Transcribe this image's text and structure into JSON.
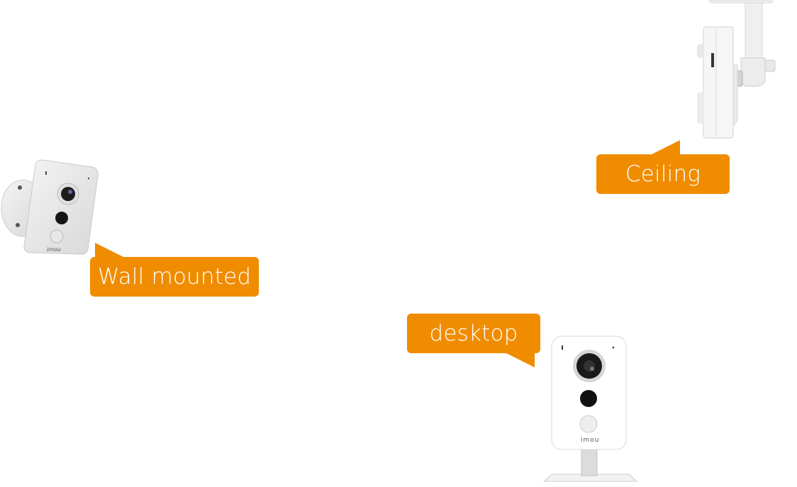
{
  "labels": {
    "wall": "Wall mounted",
    "ceiling": "Ceiling",
    "desktop": "desktop"
  },
  "brand": {
    "logo_text": "imou",
    "accent_color": "#f08c00"
  },
  "products": [
    {
      "mount": "wall-mounted",
      "label_key": "wall"
    },
    {
      "mount": "ceiling",
      "label_key": "ceiling"
    },
    {
      "mount": "desktop",
      "label_key": "desktop"
    }
  ]
}
